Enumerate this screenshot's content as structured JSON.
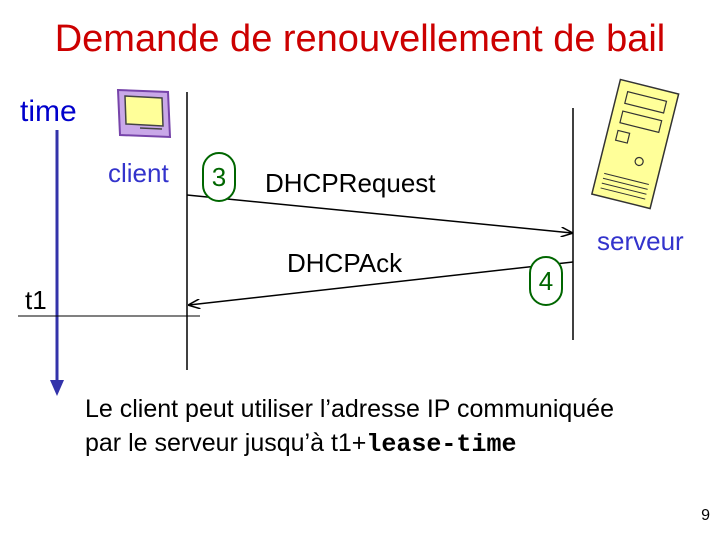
{
  "title": "Demande de renouvellement de bail",
  "axis": {
    "time_label": "time",
    "t1_label": "t1"
  },
  "actors": {
    "client": "client",
    "server": "serveur"
  },
  "messages": {
    "request": {
      "step": "3",
      "label": "DHCPRequest"
    },
    "ack": {
      "step": "4",
      "label": "DHCPAck"
    }
  },
  "note": {
    "line1": "Le client peut utiliser l’adresse IP communiquée",
    "line2_prefix": "par le serveur jusqu’à t1+",
    "line2_code": "lease-time"
  },
  "page_number": "9",
  "colors": {
    "title": "#cc0000",
    "time_axis": "#3333aa",
    "badge": "#006600",
    "computer_screen": "#ffff99",
    "computer_frame": "#9966cc"
  },
  "icons": {
    "client": "computer-icon",
    "server": "server-tower-icon"
  }
}
